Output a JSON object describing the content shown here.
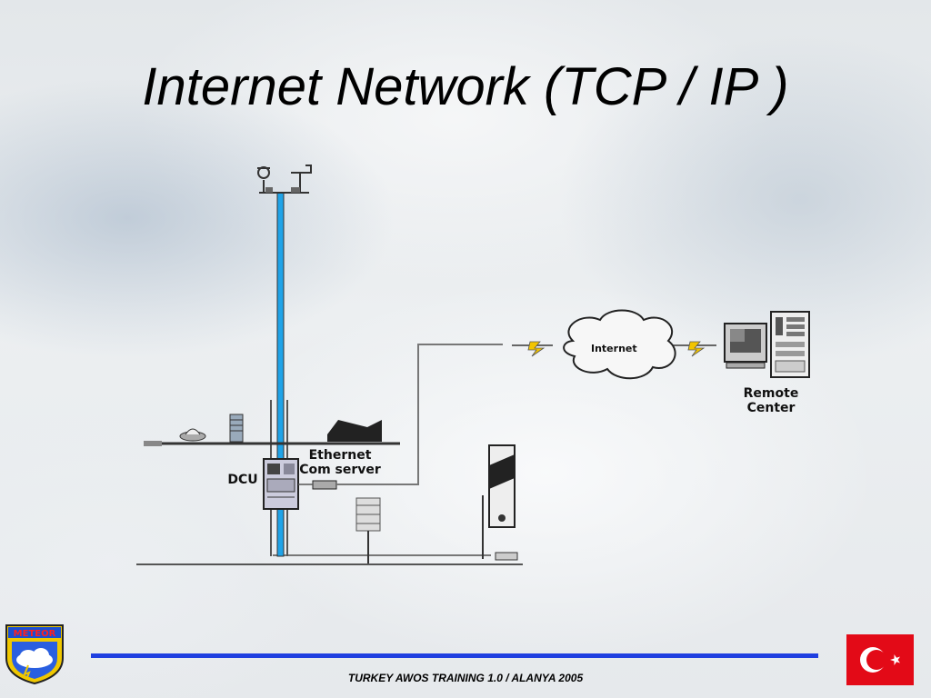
{
  "slide": {
    "title": "Internet Network (TCP / IP )",
    "footer": "TURKEY AWOS TRAINING 1.0 / ALANYA 2005"
  },
  "diagram": {
    "labels": {
      "dcu": "DCU",
      "com_server": [
        "Ethernet",
        "Com server"
      ],
      "internet": "Internet",
      "remote_center": [
        "Remote",
        "Center"
      ]
    }
  },
  "logo": {
    "text": "METEOR"
  },
  "colors": {
    "footer_rule": "#1f3fe0",
    "mast_blue": "#1fa3e8",
    "flag_red": "#e30a17"
  },
  "icons": [
    "meteor-logo",
    "turkish-flag",
    "lightning-icon",
    "internet-cloud",
    "computer-icon",
    "server-rack-icon"
  ]
}
